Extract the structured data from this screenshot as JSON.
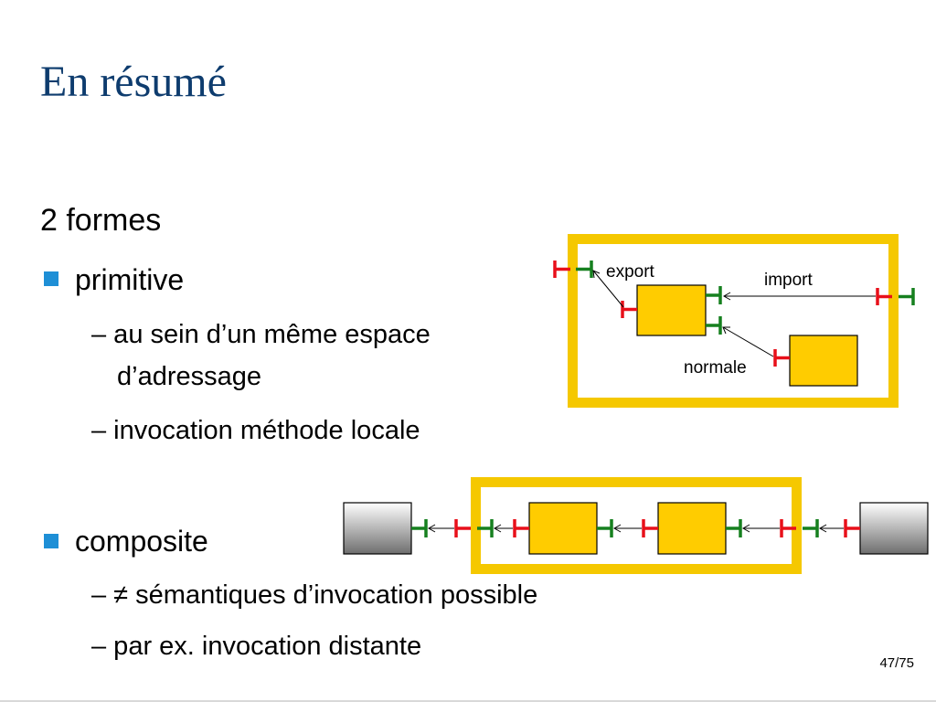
{
  "slide": {
    "title": "En résumé",
    "intro": "2 formes",
    "items": [
      {
        "label": "primitive",
        "sub": [
          [
            "– au sein d’un même espace",
            "d’adressage"
          ],
          [
            "– invocation méthode locale"
          ]
        ]
      },
      {
        "label": "composite",
        "sub": [
          [
            "– ≠ sémantiques d’invocation possible"
          ],
          [
            "– par ex. invocation distante"
          ]
        ]
      }
    ],
    "page_number": "47/75"
  },
  "diagram": {
    "labels": {
      "export": "export",
      "import": "import",
      "normale": "normale"
    },
    "colors": {
      "frame": "#f5c800",
      "component_fill": "#ffcc00",
      "required_port": "#e8101a",
      "provided_port": "#16801f",
      "text_title": "#0e3c6e",
      "bullet": "#1e8fd6"
    }
  }
}
